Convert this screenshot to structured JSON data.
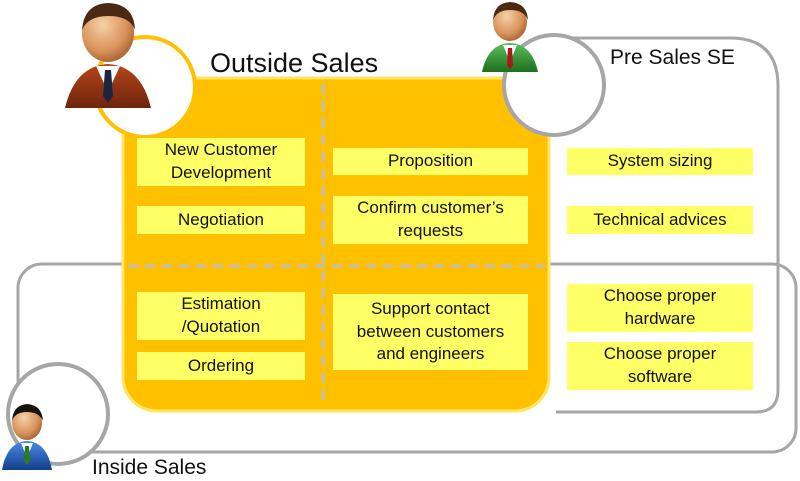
{
  "colors": {
    "outside_sales_box": "#ffc000",
    "outside_sales_box_border": "#ffe566",
    "label_fill": "#ffff66",
    "outline": "#a6a6a6",
    "divider": "#bfbfbf",
    "suit_brown": "#8b2e12",
    "suit_green": "#2e8b2e",
    "suit_blue": "#1f5fbf"
  },
  "roles": {
    "outside_sales": {
      "title": "Outside Sales",
      "icon": "businessman-brown-suit-icon"
    },
    "pre_sales_se": {
      "title": "Pre Sales SE",
      "icon": "businessman-green-suit-icon"
    },
    "inside_sales": {
      "title": "Inside Sales",
      "icon": "businessman-blue-suit-icon"
    }
  },
  "tasks": {
    "new_customer_development": "New Customer\nDevelopment",
    "proposition": "Proposition",
    "system_sizing": "System sizing",
    "negotiation": "Negotiation",
    "confirm_requests": "Confirm customer’s\nrequests",
    "technical_advices": "Technical advices",
    "estimation_quotation": "Estimation\n/Quotation",
    "support_contact": "Support contact\nbetween customers\nand engineers",
    "choose_hardware": "Choose proper\nhardware",
    "ordering": "Ordering",
    "choose_software": "Choose proper\nsoftware"
  }
}
